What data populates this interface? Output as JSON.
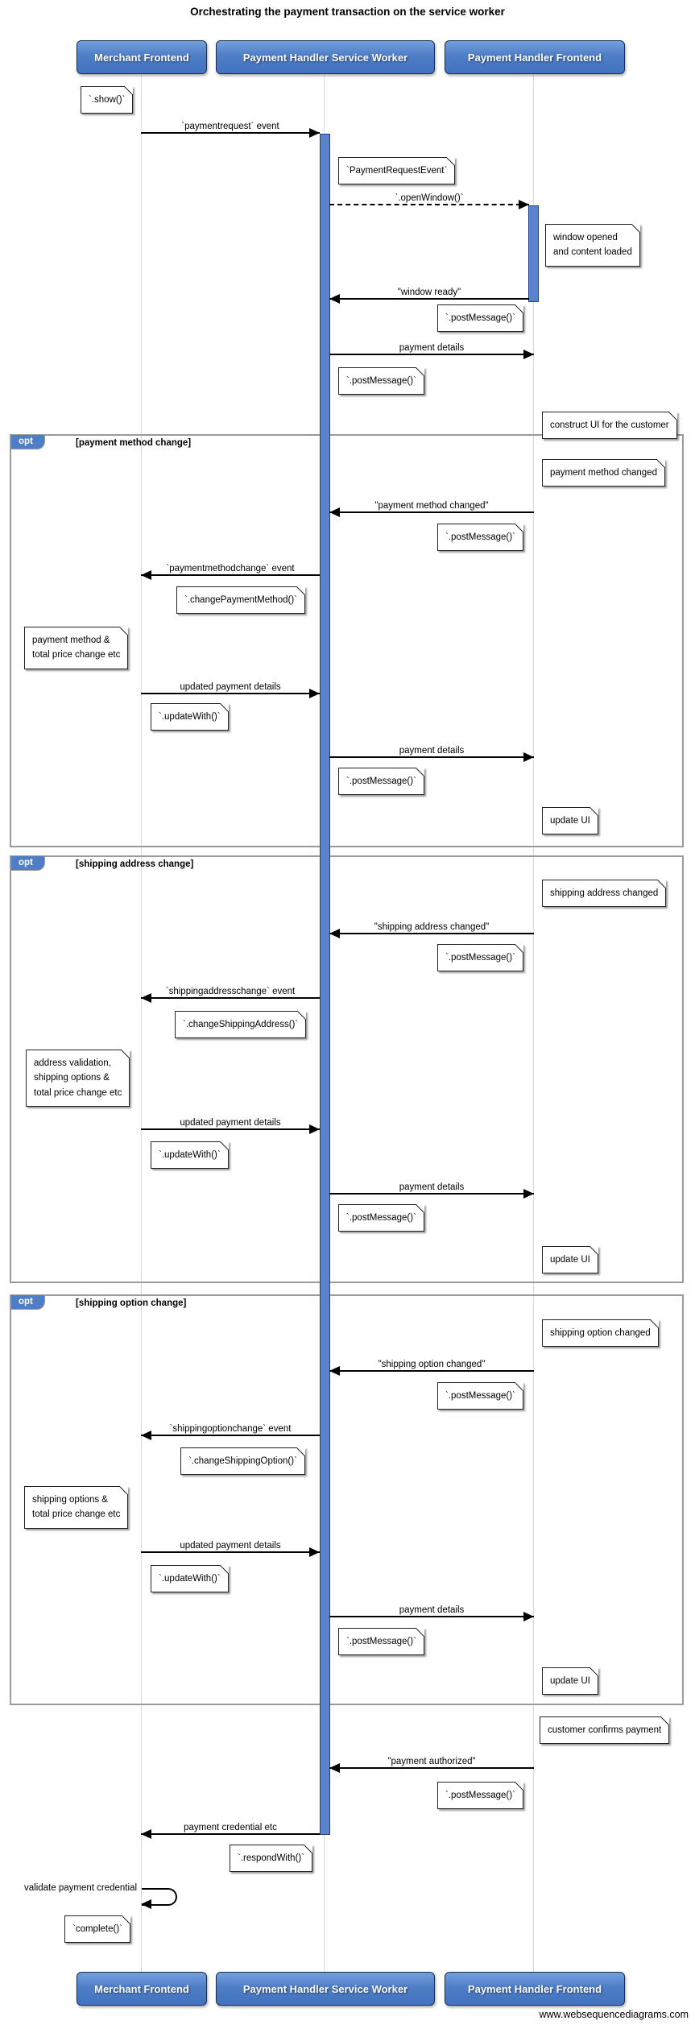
{
  "title": "Orchestrating the payment transaction on the service worker",
  "footer": "www.websequencediagrams.com",
  "colors": {
    "actor_fill": "#4f7dc6",
    "actor_border": "#1f2f49",
    "activation_fill": "#5b83cb",
    "activation_border": "#1f3f8f",
    "fragment_border": "#9a9a9a",
    "fragment_tab_fill": "#4f7dc6",
    "lifeline": "#8c8c8c"
  },
  "actors": [
    {
      "label": "Merchant Frontend"
    },
    {
      "label": "Payment Handler Service Worker"
    },
    {
      "label": "Payment Handler Frontend"
    }
  ],
  "fragments": [
    {
      "keyword": "opt",
      "condition": "[payment method change]"
    },
    {
      "keyword": "opt",
      "condition": "[shipping address change]"
    },
    {
      "keyword": "opt",
      "condition": "[shipping option change]"
    }
  ],
  "messages": [
    {
      "label": "`paymentrequest` event"
    },
    {
      "label": "`.openWindow()`"
    },
    {
      "label": "\"window ready\""
    },
    {
      "label": "payment details"
    },
    {
      "label": "\"payment method changed\""
    },
    {
      "label": "`paymentmethodchange` event"
    },
    {
      "label": "updated payment details"
    },
    {
      "label": "payment details"
    },
    {
      "label": "\"shipping address changed\""
    },
    {
      "label": "`shippingaddresschange` event"
    },
    {
      "label": "updated payment details"
    },
    {
      "label": "payment details"
    },
    {
      "label": "\"shipping option changed\""
    },
    {
      "label": "`shippingoptionchange` event"
    },
    {
      "label": "updated payment details"
    },
    {
      "label": "payment details"
    },
    {
      "label": "\"payment authorized\""
    },
    {
      "label": "payment credential etc"
    },
    {
      "label": "validate payment credential"
    }
  ],
  "notes": [
    {
      "text": "`.show()`"
    },
    {
      "text": "`PaymentRequestEvent`"
    },
    {
      "text": "window opened\nand content loaded"
    },
    {
      "text": "`.postMessage()`"
    },
    {
      "text": "`.postMessage()`"
    },
    {
      "text": "construct UI for the customer"
    },
    {
      "text": "payment method changed"
    },
    {
      "text": "`.postMessage()`"
    },
    {
      "text": "`.changePaymentMethod()`"
    },
    {
      "text": "payment method &\ntotal price change etc"
    },
    {
      "text": "`.updateWith()`"
    },
    {
      "text": "`.postMessage()`"
    },
    {
      "text": "update UI"
    },
    {
      "text": "shipping address changed"
    },
    {
      "text": "`.postMessage()`"
    },
    {
      "text": "`.changeShippingAddress()`"
    },
    {
      "text": "address validation,\nshipping options &\ntotal price change etc"
    },
    {
      "text": "`.updateWith()`"
    },
    {
      "text": "`.postMessage()`"
    },
    {
      "text": "update UI"
    },
    {
      "text": "shipping option changed"
    },
    {
      "text": "`.postMessage()`"
    },
    {
      "text": "`.changeShippingOption()`"
    },
    {
      "text": "shipping options &\ntotal price change etc"
    },
    {
      "text": "`.updateWith()`"
    },
    {
      "text": "`.postMessage()`"
    },
    {
      "text": "update UI"
    },
    {
      "text": "customer confirms payment"
    },
    {
      "text": "`.postMessage()`"
    },
    {
      "text": "`.respondWith()`"
    },
    {
      "text": "`complete()`"
    }
  ]
}
